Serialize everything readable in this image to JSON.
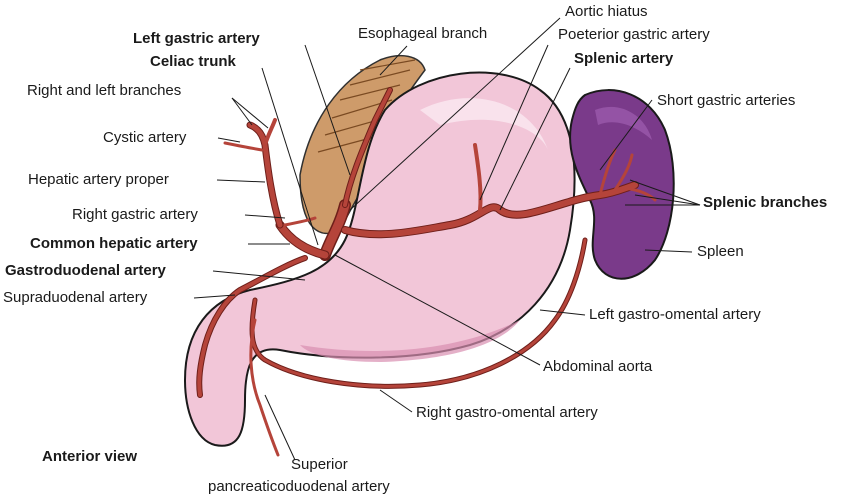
{
  "labels": {
    "left_gastric_artery": "Left gastric artery",
    "celiac_trunk": "Celiac trunk",
    "right_and_left_branches": "Right and left branches",
    "cystic_artery": "Cystic artery",
    "hepatic_artery_proper": "Hepatic artery proper",
    "right_gastric_artery": "Right gastric artery",
    "common_hepatic_artery": "Common hepatic artery",
    "gastroduodenal_artery": "Gastroduodenal artery",
    "supraduodenal_artery": "Supraduodenal artery",
    "anterior_view": "Anterior view",
    "esophageal_branch": "Esophageal branch",
    "aortic_hiatus": "Aortic hiatus",
    "posterior_gastric_artery": "Poeterior gastric artery",
    "splenic_artery": "Splenic artery",
    "short_gastric_arteries": "Short gastric arteries",
    "splenic_branches": "Splenic branches",
    "spleen": "Spleen",
    "left_gastro_omental_artery": "Left gastro-omental artery",
    "abdominal_aorta": "Abdominal aorta",
    "right_gastro_omental_artery": "Right gastro-omental artery",
    "superior_pancreaticoduodenal_line1": "Superior",
    "superior_pancreaticoduodenal_line2": "pancreaticoduodenal artery"
  },
  "colors": {
    "stomach": "#f2c6d8",
    "stomach_highlight": "#fae4ee",
    "stomach_shadow": "#d98fb0",
    "spleen": "#7a3a8a",
    "spleen_light": "#9b5aab",
    "artery": "#b5443a",
    "artery_dark": "#6e1f1a",
    "esophagus": "#c9915a",
    "outline": "#1a1a1a"
  }
}
